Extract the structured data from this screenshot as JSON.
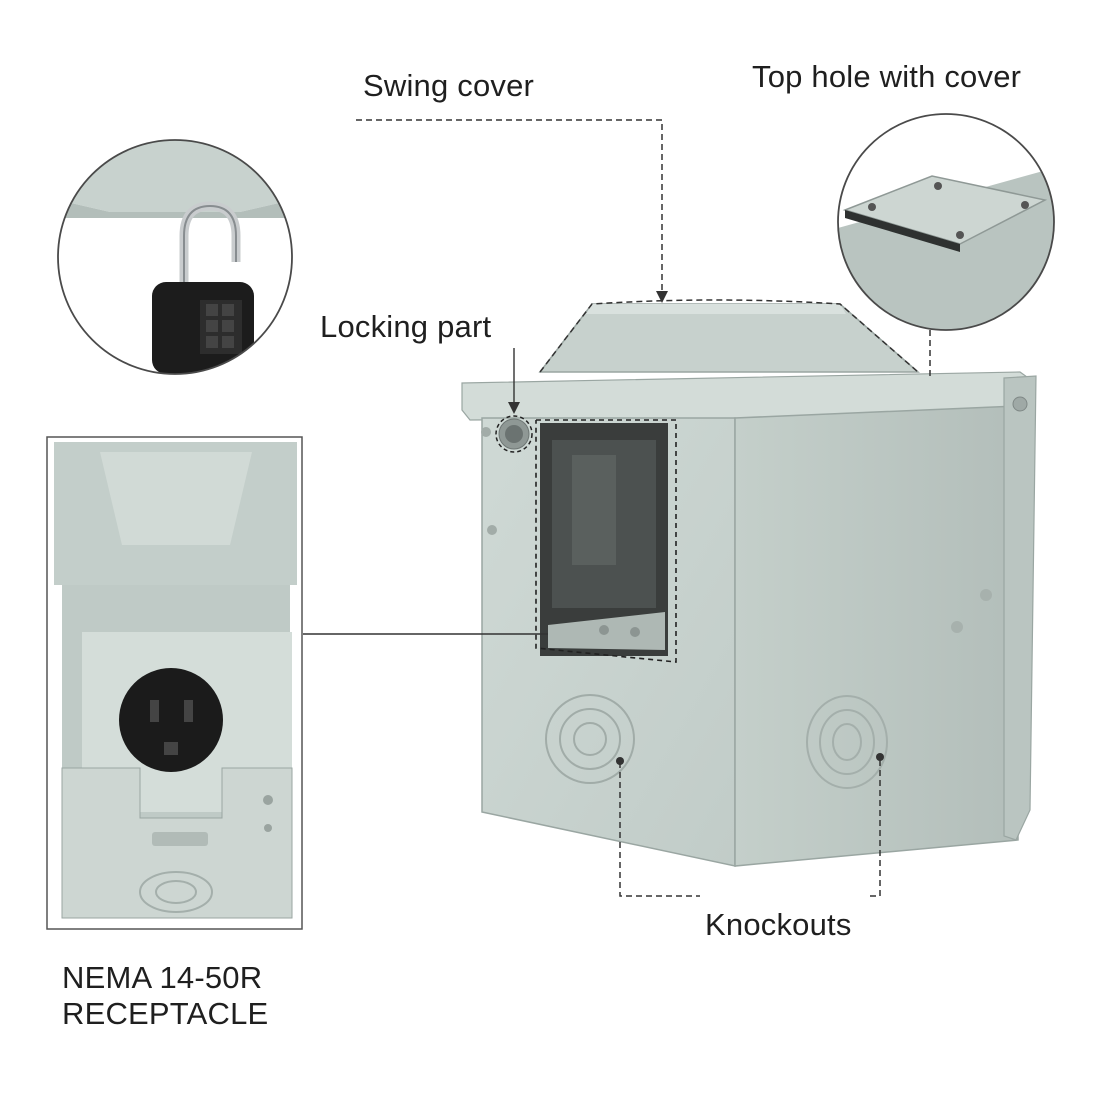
{
  "callouts": {
    "swing_cover": "Swing cover",
    "top_hole": "Top hole with cover",
    "locking_part": "Locking part",
    "knockouts": "Knockouts"
  },
  "receptacle": {
    "line1": "NEMA 14-50R",
    "line2": "RECEPTACLE"
  },
  "colors": {
    "enclosure": "#c9d3cf",
    "enclosure_shadow": "#aeb9b5",
    "receptacle": "#1a1a1a",
    "callout_line": "#333333",
    "background": "#ffffff"
  }
}
